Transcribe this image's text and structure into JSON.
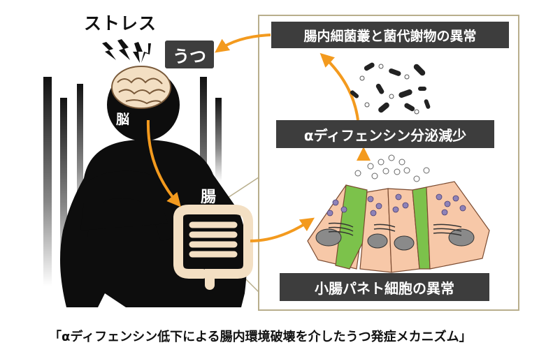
{
  "labels": {
    "stress": "ストレス",
    "depression": "うつ",
    "brain": "脳",
    "gut": "腸",
    "microbiota_abnormality": "腸内細菌叢と菌代謝物の異常",
    "defensin_decrease": "αディフェンシン分泌減少",
    "paneth_cell_abnormality": "小腸パネト細胞の異常"
  },
  "caption": "「αディフェンシン低下による腸内環境破壊を介したうつ発症メカニズム」",
  "colors": {
    "arrow": "#f39a1e",
    "label_bg": "#3d3d3d",
    "frame": "#b8ae8c",
    "figure": "#0d0d0d",
    "organ": "#f3dfc3",
    "cell": "#f7c8a8",
    "goblet": "#7cc24b",
    "granule": "#8e82b8"
  },
  "icons": [
    "stress-lightning-icon",
    "brain-icon",
    "intestine-icon",
    "bacteria-icon"
  ]
}
